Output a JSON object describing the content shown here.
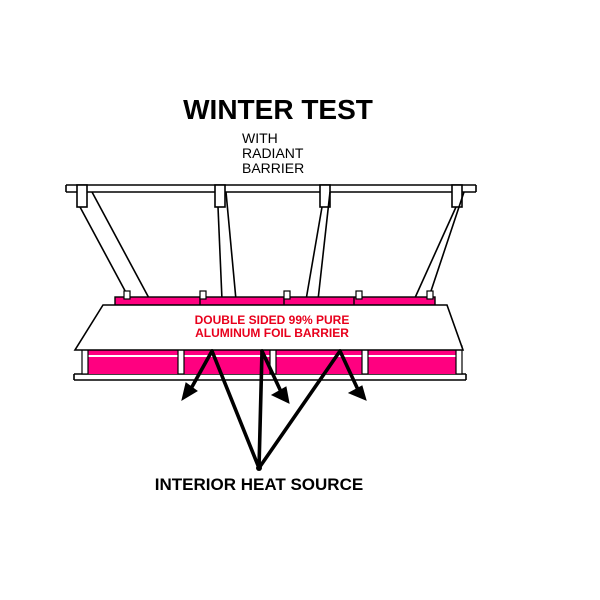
{
  "title": "WINTER TEST",
  "subtitle_lines": [
    "WITH",
    "RADIANT",
    "BARRIER"
  ],
  "barrier_label_lines": [
    "DOUBLE SIDED 99% PURE",
    "ALUMINUM FOIL BARRIER"
  ],
  "heat_source_label": "INTERIOR HEAT SOURCE",
  "colors": {
    "insulation": "#ff0080",
    "barrier_text": "#e8001c",
    "line": "#000000",
    "background": "#ffffff"
  }
}
